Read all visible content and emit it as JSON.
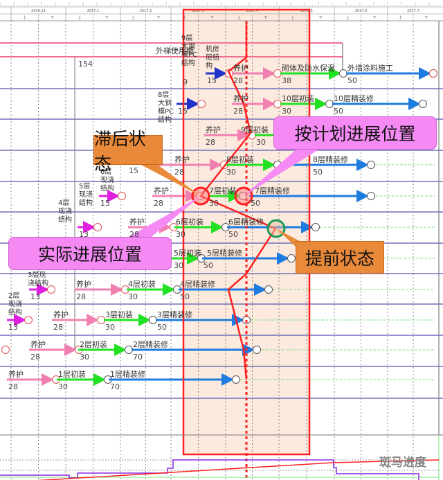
{
  "header": {
    "months": [
      "2016.12",
      "2017.1",
      "2017.2",
      "2017.3",
      "2017.4",
      "2017.5",
      "2017.6",
      "2017.7"
    ],
    "halves": [
      "上",
      "下"
    ]
  },
  "elevator": {
    "label": "外梯使用期",
    "duration": "154"
  },
  "tasks": [
    {
      "label": "机房层结构",
      "duration": "15"
    },
    {
      "label": "养护",
      "duration": "28"
    },
    {
      "label": "砌体及防水保温",
      "duration": "38"
    },
    {
      "label": "外墙涂料施工",
      "duration": "50"
    },
    {
      "label": "8层大钢模PC结构",
      "duration": "15"
    },
    {
      "label": "养护",
      "duration": "28"
    },
    {
      "label": "10层初装",
      "duration": "30"
    },
    {
      "label": "10层精装修",
      "duration": "50"
    },
    {
      "label": "养护",
      "duration": "28"
    },
    {
      "label": "9层初装",
      "duration": "30"
    },
    {
      "label": "养护",
      "duration": "28"
    },
    {
      "label": "8层初装",
      "duration": "30"
    },
    {
      "label": "8层精装修",
      "duration": "50"
    },
    {
      "label": "6层现浇结构",
      "duration": "15"
    },
    {
      "label": "养护",
      "duration": "28"
    },
    {
      "label": "7层初装",
      "duration": "30"
    },
    {
      "label": "7层精装修",
      "duration": "50"
    },
    {
      "label": "4层现浇结构",
      "duration": "13"
    },
    {
      "label": "养护",
      "duration": "28"
    },
    {
      "label": "6层初装",
      "duration": "30"
    },
    {
      "label": "6层精装修",
      "duration": "50"
    },
    {
      "label": "5层初装",
      "duration": "30"
    },
    {
      "label": "5层精装修",
      "duration": "50"
    },
    {
      "label": "3层现浇结构",
      "duration": "13"
    },
    {
      "label": "养护",
      "duration": "28"
    },
    {
      "label": "4层初装",
      "duration": "30"
    },
    {
      "label": "4层精装修",
      "duration": "50"
    },
    {
      "label": "2层现浇结构",
      "duration": "13"
    },
    {
      "label": "养护",
      "duration": "28"
    },
    {
      "label": "3层初装",
      "duration": "30"
    },
    {
      "label": "3层精装修",
      "duration": "50"
    },
    {
      "label": "养护",
      "duration": "28"
    },
    {
      "label": "2层初装",
      "duration": "30"
    },
    {
      "label": "2层精装修",
      "duration": "70"
    },
    {
      "label": "养护",
      "duration": "28"
    },
    {
      "label": "1层初装",
      "duration": "30"
    },
    {
      "label": "1层精装修",
      "duration": "70"
    }
  ],
  "extra_labels": [
    {
      "label": "9层大钢模PC结构",
      "duration": "9"
    },
    {
      "label": "5层现浇结构",
      "duration": "15"
    }
  ],
  "callouts": {
    "lagging": "滞后状态",
    "planned": "按计划进展位置",
    "actual": "实际进展位置",
    "ahead": "提前状态"
  },
  "watermark": "斑马进度",
  "colors": {
    "structure": "#e020e0",
    "pc_structure": "#2233cc",
    "curing": "#f080b0",
    "rough_fitout": "#22e022",
    "finishing": "#1e7be0",
    "progress_line": "#ff2020",
    "check_window": "#fbe3d3",
    "lagging": "#ff2020",
    "ahead": "#1a9a50"
  }
}
